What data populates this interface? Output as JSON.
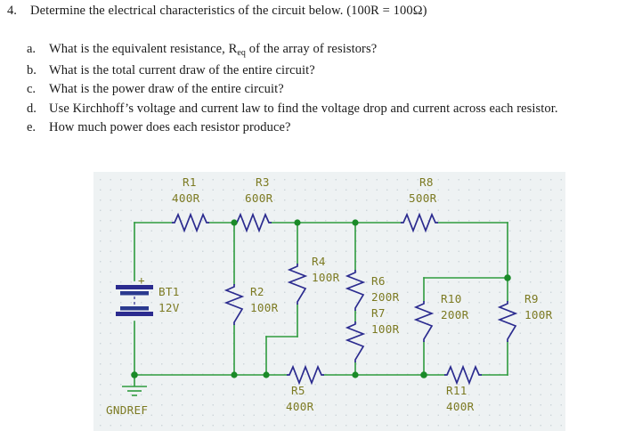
{
  "question": {
    "number": "4.",
    "prompt": "Determine the electrical characteristics of the circuit below. (100R = 100Ω)",
    "sub_questions": [
      {
        "marker": "a.",
        "text_before_sub": "What is the equivalent resistance, R",
        "sub": "eq",
        "text_after_sub": " of the array of resistors?"
      },
      {
        "marker": "b.",
        "text_before_sub": "What is the total current draw of the entire circuit?",
        "sub": "",
        "text_after_sub": ""
      },
      {
        "marker": "c.",
        "text_before_sub": "What is the power draw of the entire circuit?",
        "sub": "",
        "text_after_sub": ""
      },
      {
        "marker": "d.",
        "text_before_sub": "Use Kirchhoff’s voltage and current law to find the voltage drop and current across each resistor.",
        "sub": "",
        "text_after_sub": ""
      },
      {
        "marker": "e.",
        "text_before_sub": "How much power does each resistor produce?",
        "sub": "",
        "text_after_sub": ""
      }
    ]
  },
  "schematic": {
    "colors": {
      "background": "#eef2f3",
      "wire": "#2e9b3e",
      "component": "#2b2b8f",
      "label": "#7c7a22",
      "junction": "#1a8a28"
    },
    "source": {
      "ref": "BT1",
      "value": "12V",
      "polarity": "+",
      "ground_label": "GNDREF"
    },
    "components": [
      {
        "ref": "R1",
        "value": "400R",
        "orientation": "horizontal"
      },
      {
        "ref": "R2",
        "value": "100R",
        "orientation": "vertical"
      },
      {
        "ref": "R3",
        "value": "600R",
        "orientation": "horizontal"
      },
      {
        "ref": "R4",
        "value": "100R",
        "orientation": "vertical"
      },
      {
        "ref": "R5",
        "value": "400R",
        "orientation": "horizontal"
      },
      {
        "ref": "R6",
        "value": "200R",
        "orientation": "vertical"
      },
      {
        "ref": "R7",
        "value": "100R",
        "orientation": "vertical"
      },
      {
        "ref": "R8",
        "value": "500R",
        "orientation": "horizontal"
      },
      {
        "ref": "R9",
        "value": "100R",
        "orientation": "vertical"
      },
      {
        "ref": "R10",
        "value": "200R",
        "orientation": "vertical"
      },
      {
        "ref": "R11",
        "value": "400R",
        "orientation": "horizontal"
      }
    ],
    "labels": {
      "r1_ref": "R1",
      "r1_val": "400R",
      "r3_ref": "R3",
      "r3_val": "600R",
      "r8_ref": "R8",
      "r8_val": "500R",
      "r4_ref": "R4",
      "r4_val": "100R",
      "r6_ref": "R6",
      "r6_val": "200R",
      "r7_ref": "R7",
      "r7_val": "100R",
      "r10_ref": "R10",
      "r10_val": "200R",
      "r9_ref": "R9",
      "r9_val": "100R",
      "r2_ref": "R2",
      "r2_val": "100R",
      "r5_ref": "R5",
      "r5_val": "400R",
      "r11_ref": "R11",
      "r11_val": "400R",
      "bt1_ref": "BT1",
      "bt1_val": "12V",
      "bt1_plus": "+",
      "gnd_ref": "GNDREF"
    }
  }
}
